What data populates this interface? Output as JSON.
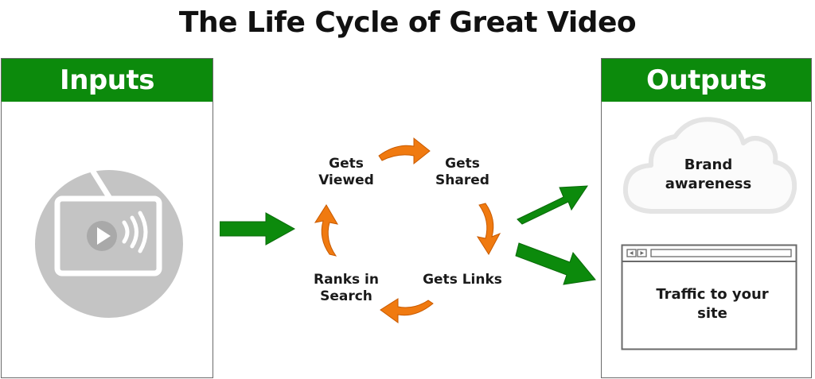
{
  "title": "The Life Cycle of Great Video",
  "inputs": {
    "header": "Inputs",
    "icon": "video-tv-icon"
  },
  "outputs": {
    "header": "Outputs",
    "brand_label": "Brand awareness",
    "traffic_label": "Traffic to your site",
    "cloud_icon": "cloud-icon",
    "browser_icon": "browser-window-icon"
  },
  "cycle": {
    "steps": [
      "Gets Viewed",
      "Gets Shared",
      "Gets Links",
      "Ranks in Search"
    ]
  },
  "colors": {
    "green": "#0c8a0c",
    "orange": "#f07a10",
    "icon_gray": "#c8c8c8"
  }
}
